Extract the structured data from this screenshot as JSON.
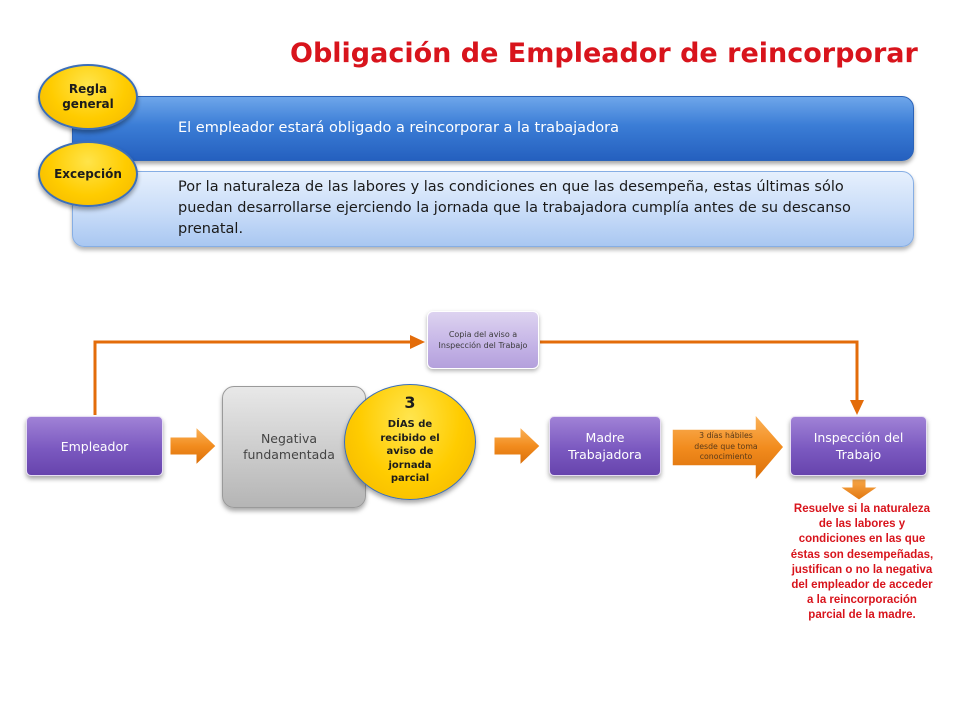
{
  "title": "Obligación de Empleador de reincorporar",
  "rule": {
    "badge": "Regla general",
    "text": "El empleador estará obligado a reincorporar a la trabajadora"
  },
  "exception": {
    "badge": "Excepción",
    "text": "Por la naturaleza de las labores y las condiciones en que las desempeña, estas últimas sólo puedan desarrollarse ejerciendo la jornada que la trabajadora cumplía antes de su descanso prenatal."
  },
  "flow": {
    "employer": "Empleador",
    "copy_notice": "Copia del aviso a Inspección del Trabajo",
    "refusal": "Negativa fundamentada",
    "days_number": "3",
    "days_text": "DÍAS de recibido el aviso de jornada parcial",
    "mother": "Madre Trabajadora",
    "notice_period": "3 días hábiles desde que toma conocimiento",
    "inspection": "Inspección del Trabajo",
    "resolution": "Resuelve si la naturaleza de las labores y condiciones en las que éstas son desempeñadas, justifican o no la negativa del empleador de acceder a la reincorporación parcial de la madre."
  },
  "colors": {
    "title": "#d8141c",
    "connector": "#e36c0a",
    "arrow": "#f28c1e",
    "node": "#7b59c0",
    "badge": "#ffcc00"
  }
}
